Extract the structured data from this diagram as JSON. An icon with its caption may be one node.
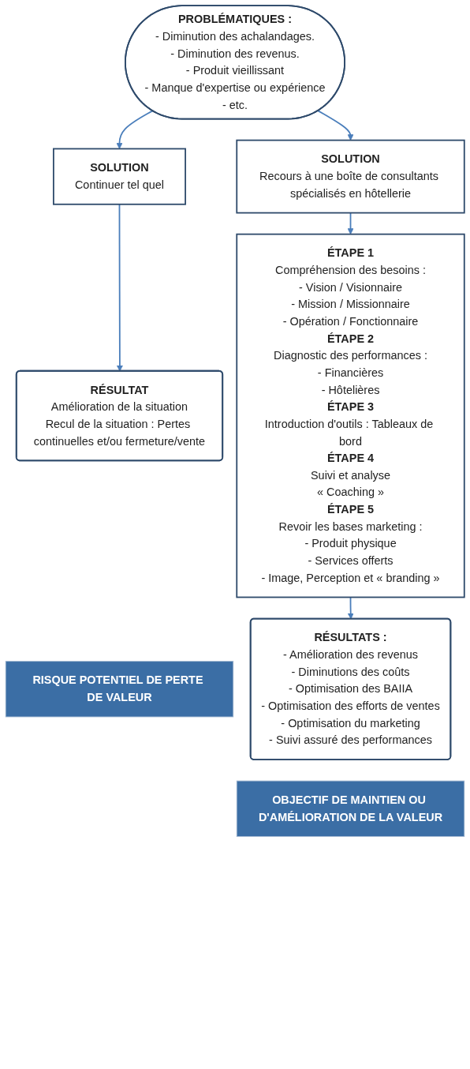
{
  "diagram": {
    "nodes": [
      {
        "text": [
          "PROBLÉMATIQUES :",
          "- Diminution des achalandages.",
          "- Diminution des revenus.",
          "- Produit vieillissant",
          "- Manque d'expertise ou expérience",
          "- etc."
        ]
      },
      {
        "text": [
          "SOLUTION",
          "Continuer tel quel"
        ]
      },
      {
        "text": [
          "SOLUTION",
          "Recours à une boîte de consultants spécialisés en hôtellerie"
        ]
      },
      {
        "text": [
          "RÉSULTAT",
          "Amélioration de la situation",
          "Recul de la situation : Pertes continuelles et/ou fermeture/vente"
        ]
      },
      {
        "text": [
          "RISQUE POTENTIEL DE PERTE DE VALEUR"
        ]
      },
      {
        "text": [
          "ÉTAPE 1",
          "Compréhension des besoins :",
          "- Vision / Visionnaire",
          "- Mission / Missionnaire",
          "- Opération / Fonctionnaire",
          "ÉTAPE 2",
          "Diagnostic des performances :",
          "- Financières",
          "- Hôtelières",
          "ÉTAPE 3",
          "Introduction d'outils : Tableaux de bord",
          "ÉTAPE 4",
          "Suivi et analyse",
          "« Coaching »",
          "ÉTAPE 5",
          "Revoir les bases marketing :",
          "- Produit physique",
          "- Services offerts",
          "- Image, Perception et « branding »"
        ]
      },
      {
        "text": [
          "RÉSULTATS :",
          "- Amélioration des revenus",
          "- Diminutions des coûts",
          "- Optimisation des BAIIA",
          "- Optimisation des efforts de ventes",
          "- Optimisation du marketing",
          "- Suivi assuré des performances"
        ]
      },
      {
        "text": [
          "OBJECTIF DE MAINTIEN OU D'AMÉLIORATION DE LA VALEUR"
        ]
      }
    ],
    "edges": [
      {
        "from": 0,
        "to": 1,
        "arrow": "to"
      },
      {
        "from": 0,
        "to": 2,
        "arrow": "to"
      },
      {
        "from": 1,
        "to": 3,
        "arrow": "to"
      },
      {
        "from": 2,
        "to": 5,
        "arrow": "to"
      },
      {
        "from": 5,
        "to": 6,
        "arrow": "to"
      }
    ]
  }
}
